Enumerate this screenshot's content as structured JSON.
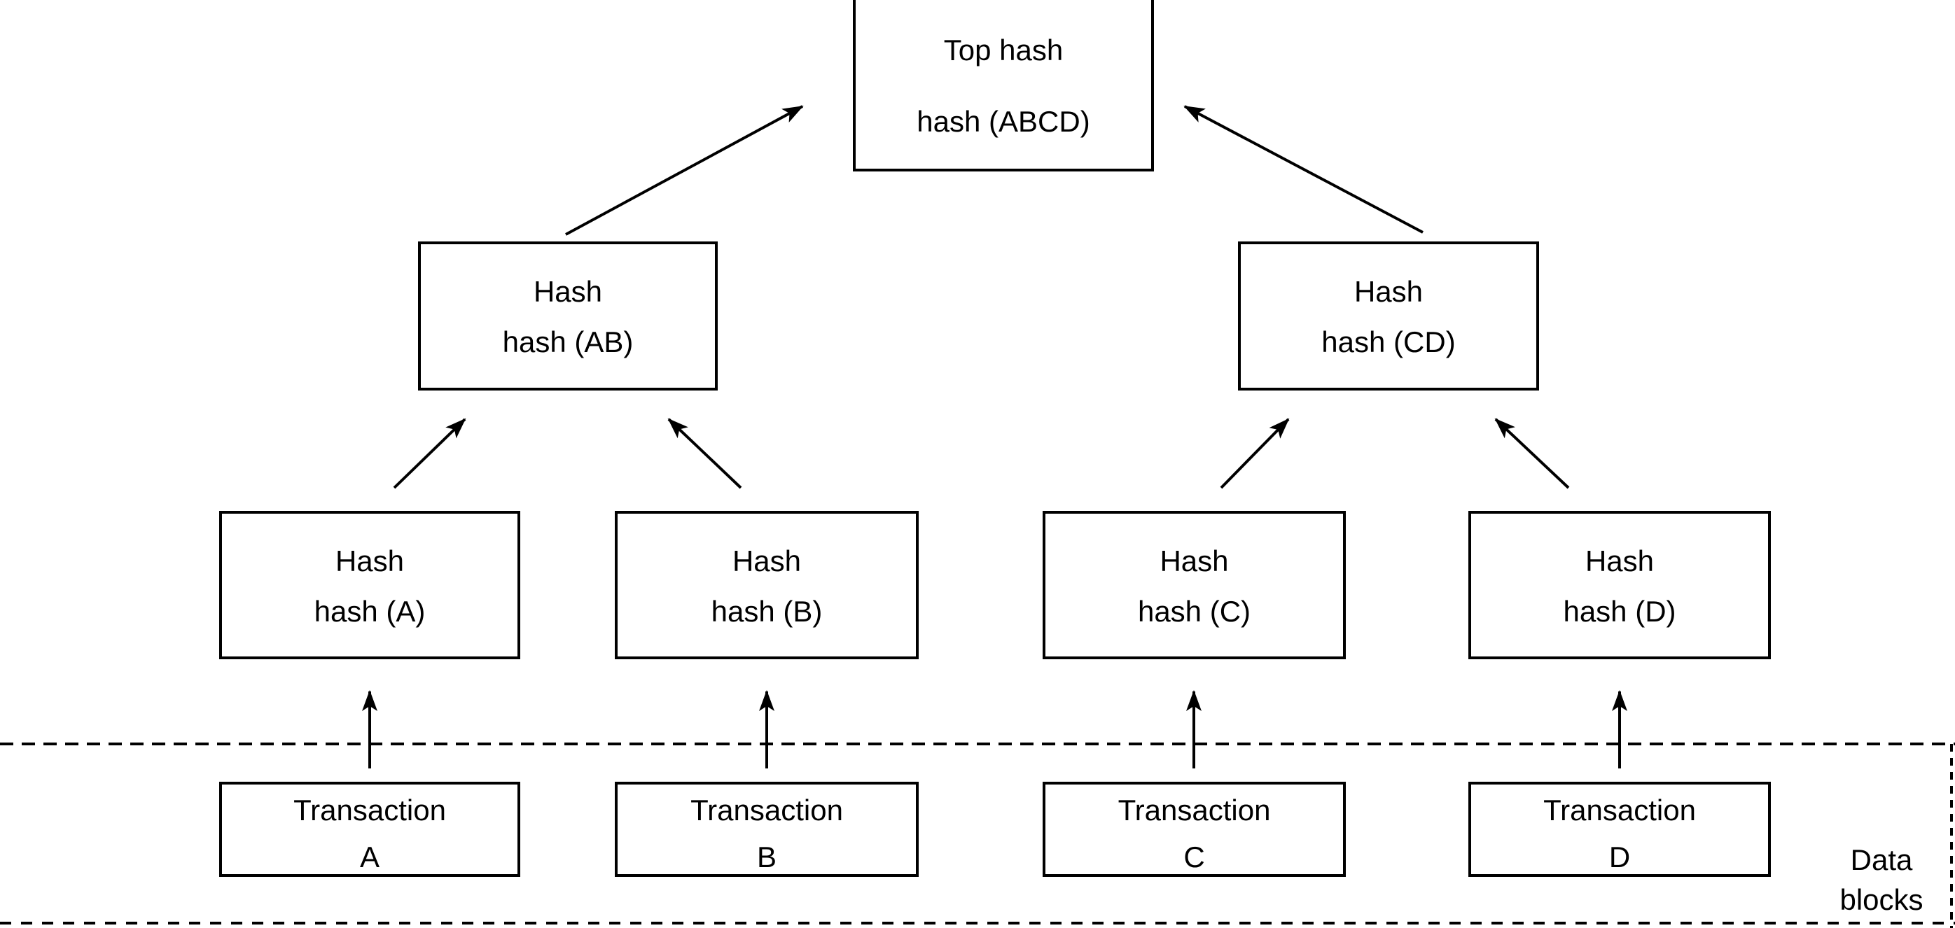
{
  "diagram": {
    "type": "merkle-tree",
    "colors": {
      "background": "#ffffff",
      "stroke": "#000000",
      "text": "#000000"
    },
    "nodes": {
      "top_hash": {
        "title": "Top hash",
        "subtitle": "hash (ABCD)"
      },
      "hash_ab": {
        "title": "Hash",
        "subtitle": "hash (AB)"
      },
      "hash_cd": {
        "title": "Hash",
        "subtitle": "hash (CD)"
      },
      "hash_a": {
        "title": "Hash",
        "subtitle": "hash (A)"
      },
      "hash_b": {
        "title": "Hash",
        "subtitle": "hash (B)"
      },
      "hash_c": {
        "title": "Hash",
        "subtitle": "hash (C)"
      },
      "hash_d": {
        "title": "Hash",
        "subtitle": "hash (D)"
      },
      "transaction_a": {
        "title": "Transaction",
        "subtitle": "A"
      },
      "transaction_b": {
        "title": "Transaction",
        "subtitle": "B"
      },
      "transaction_c": {
        "title": "Transaction",
        "subtitle": "C"
      },
      "transaction_d": {
        "title": "Transaction",
        "subtitle": "D"
      }
    },
    "edges": [
      {
        "from": "transaction_a",
        "to": "hash_a"
      },
      {
        "from": "transaction_b",
        "to": "hash_b"
      },
      {
        "from": "transaction_c",
        "to": "hash_c"
      },
      {
        "from": "transaction_d",
        "to": "hash_d"
      },
      {
        "from": "hash_a",
        "to": "hash_ab"
      },
      {
        "from": "hash_b",
        "to": "hash_ab"
      },
      {
        "from": "hash_c",
        "to": "hash_cd"
      },
      {
        "from": "hash_d",
        "to": "hash_cd"
      },
      {
        "from": "hash_ab",
        "to": "top_hash"
      },
      {
        "from": "hash_cd",
        "to": "top_hash"
      }
    ],
    "region_label": {
      "line1": "Data",
      "line2": "blocks"
    }
  }
}
